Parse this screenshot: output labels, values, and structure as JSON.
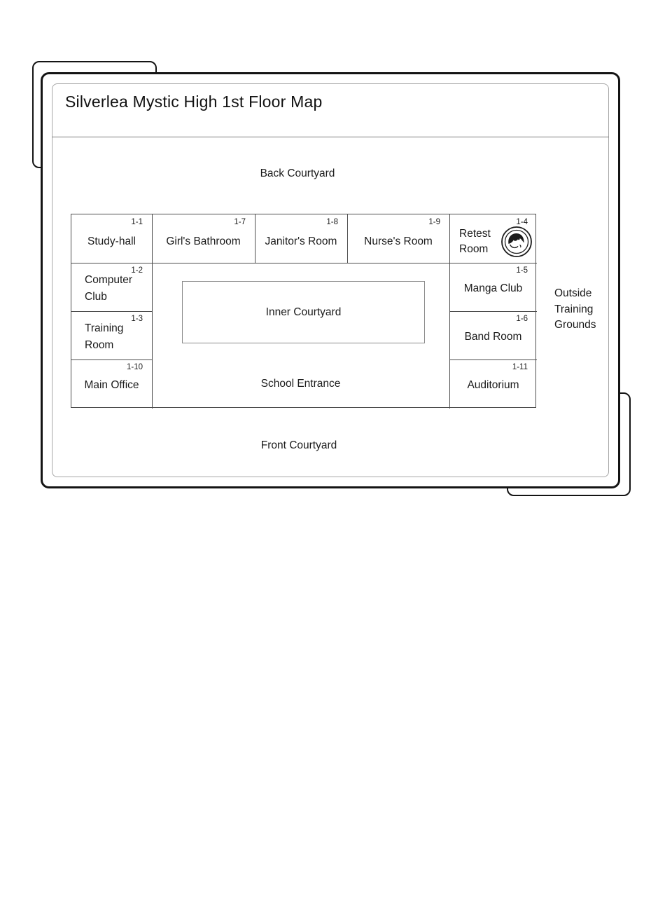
{
  "page": {
    "title": "Silverlea Mystic High 1st Floor Map"
  },
  "areas": {
    "back_courtyard": "Back Courtyard",
    "inner_courtyard": "Inner Courtyard",
    "school_entrance": "School Entrance",
    "front_courtyard": "Front Courtyard",
    "outside_training_grounds": "Outside Training Grounds"
  },
  "rooms": [
    {
      "number": "1-1",
      "name": "Study-hall"
    },
    {
      "number": "1-7",
      "name": "Girl's Bathroom"
    },
    {
      "number": "1-8",
      "name": "Janitor's Room"
    },
    {
      "number": "1-9",
      "name": "Nurse's Room"
    },
    {
      "number": "1-4",
      "name": "Retest Room",
      "icon": "scribbled-face-badge-icon"
    },
    {
      "number": "1-2",
      "name": "Computer Club"
    },
    {
      "number": "1-3",
      "name": "Training Room"
    },
    {
      "number": "1-10",
      "name": "Main Office"
    },
    {
      "number": "1-5",
      "name": "Manga Club"
    },
    {
      "number": "1-6",
      "name": "Band Room"
    },
    {
      "number": "1-11",
      "name": "Auditorium"
    }
  ],
  "colors": {
    "frame": "#141414",
    "grid_line": "#4d4d4d",
    "inner_line": "#8a8a8a",
    "text": "#1a1a1a",
    "background": "#ffffff"
  }
}
